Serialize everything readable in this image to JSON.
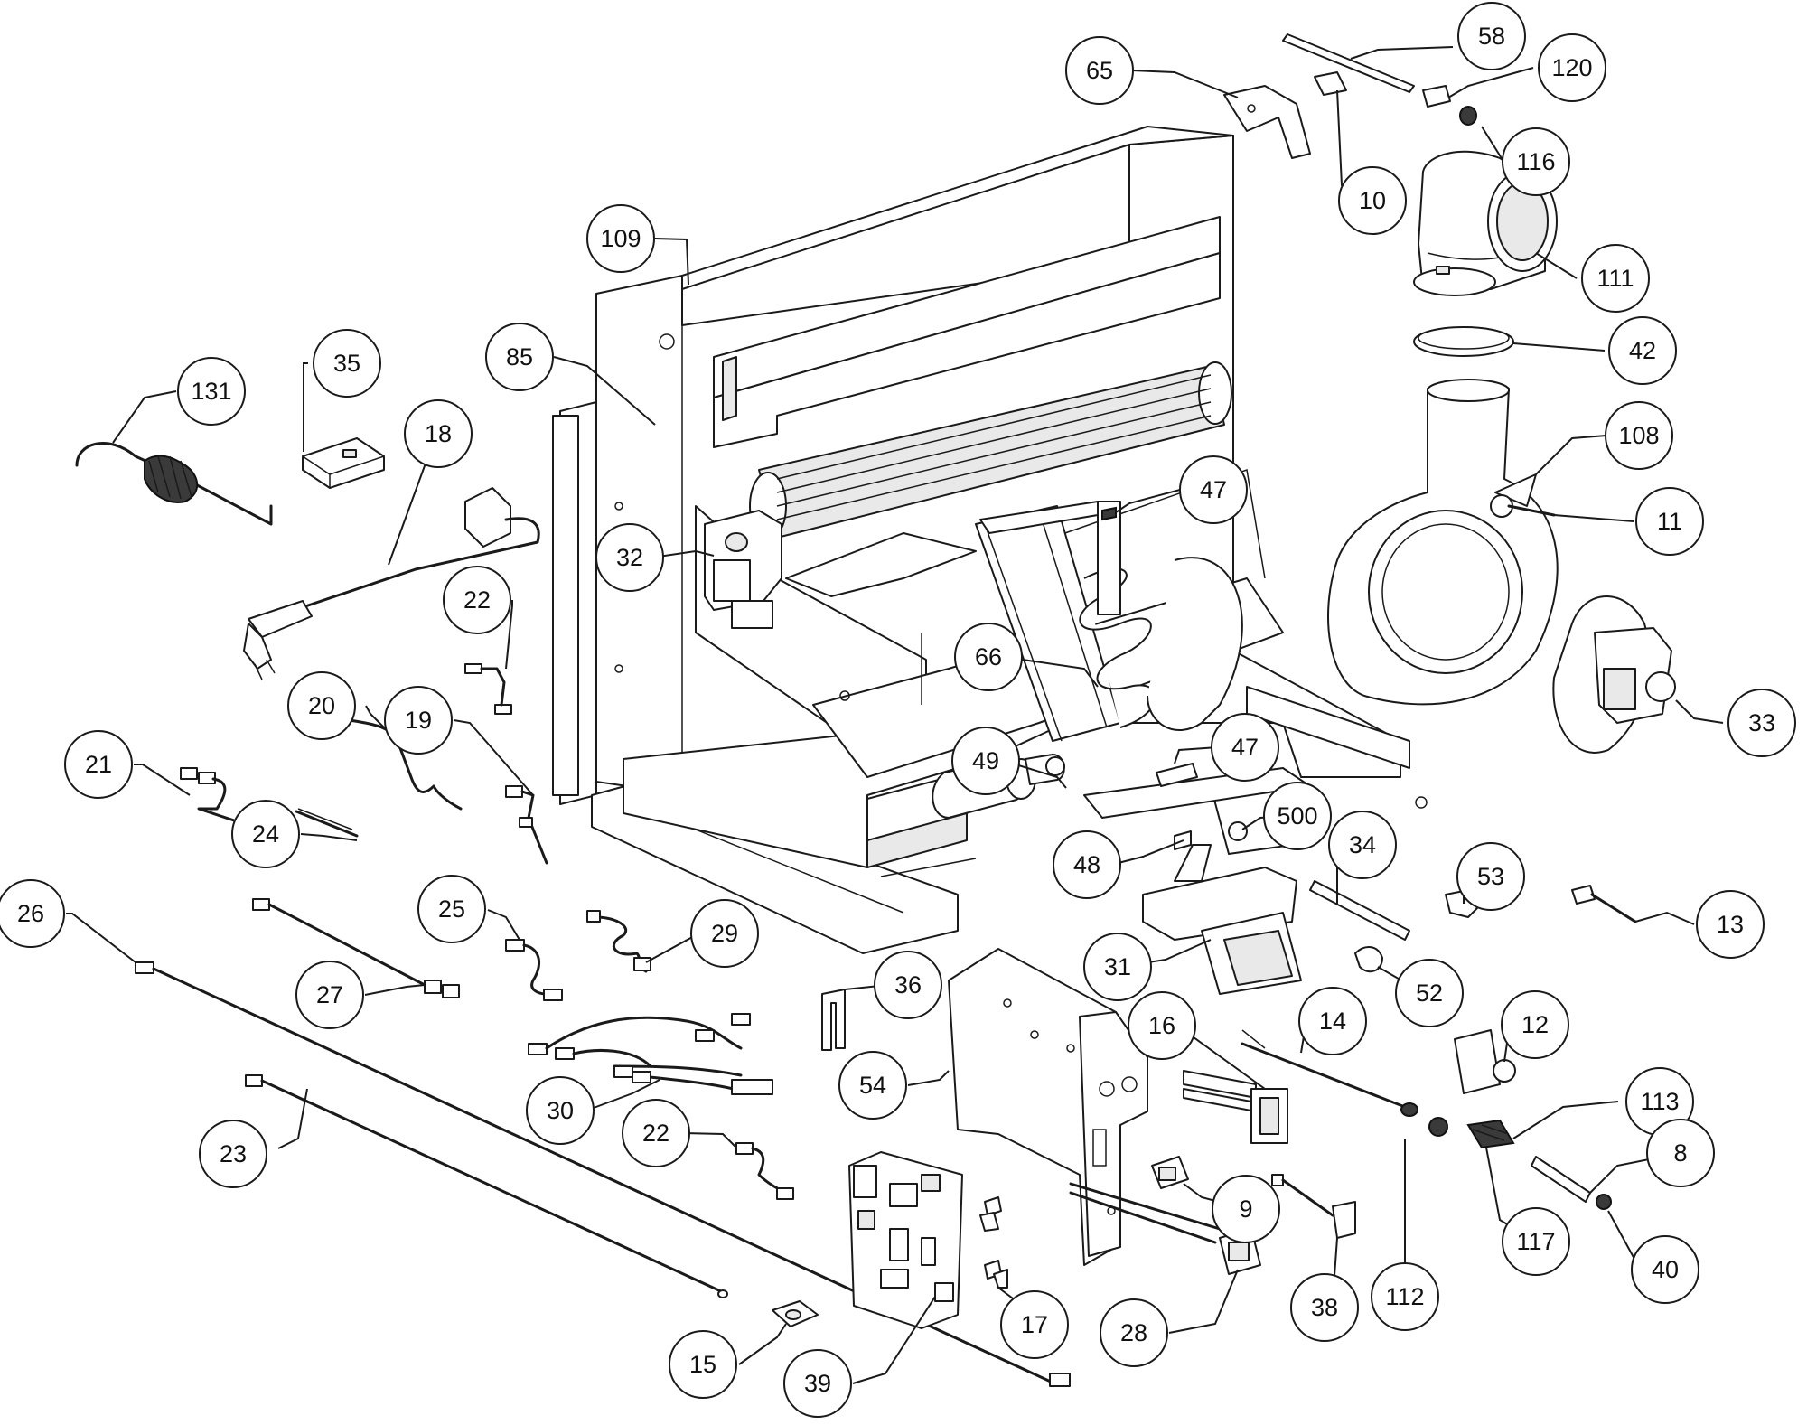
{
  "diagram": {
    "type": "exploded-parts-view",
    "callouts": [
      {
        "id": "c58",
        "label": "58"
      },
      {
        "id": "c120",
        "label": "120"
      },
      {
        "id": "c65",
        "label": "65"
      },
      {
        "id": "c116",
        "label": "116"
      },
      {
        "id": "c10",
        "label": "10"
      },
      {
        "id": "c109",
        "label": "109"
      },
      {
        "id": "c111",
        "label": "111"
      },
      {
        "id": "c42",
        "label": "42"
      },
      {
        "id": "c131",
        "label": "131"
      },
      {
        "id": "c35",
        "label": "35"
      },
      {
        "id": "c85",
        "label": "85"
      },
      {
        "id": "c18",
        "label": "18"
      },
      {
        "id": "c108",
        "label": "108"
      },
      {
        "id": "c47a",
        "label": "47"
      },
      {
        "id": "c11",
        "label": "11"
      },
      {
        "id": "c32",
        "label": "32"
      },
      {
        "id": "c22a",
        "label": "22"
      },
      {
        "id": "c66",
        "label": "66"
      },
      {
        "id": "c33",
        "label": "33"
      },
      {
        "id": "c20",
        "label": "20"
      },
      {
        "id": "c19",
        "label": "19"
      },
      {
        "id": "c21",
        "label": "21"
      },
      {
        "id": "c49",
        "label": "49"
      },
      {
        "id": "c47b",
        "label": "47"
      },
      {
        "id": "c24",
        "label": "24"
      },
      {
        "id": "c500",
        "label": "500"
      },
      {
        "id": "c48",
        "label": "48"
      },
      {
        "id": "c34",
        "label": "34"
      },
      {
        "id": "c53",
        "label": "53"
      },
      {
        "id": "c26",
        "label": "26"
      },
      {
        "id": "c25",
        "label": "25"
      },
      {
        "id": "c29",
        "label": "29"
      },
      {
        "id": "c13",
        "label": "13"
      },
      {
        "id": "c27",
        "label": "27"
      },
      {
        "id": "c31",
        "label": "31"
      },
      {
        "id": "c36",
        "label": "36"
      },
      {
        "id": "c52",
        "label": "52"
      },
      {
        "id": "c16",
        "label": "16"
      },
      {
        "id": "c14",
        "label": "14"
      },
      {
        "id": "c12",
        "label": "12"
      },
      {
        "id": "c54",
        "label": "54"
      },
      {
        "id": "c30",
        "label": "30"
      },
      {
        "id": "c113",
        "label": "113"
      },
      {
        "id": "c23",
        "label": "23"
      },
      {
        "id": "c22b",
        "label": "22"
      },
      {
        "id": "c8",
        "label": "8"
      },
      {
        "id": "c9",
        "label": "9"
      },
      {
        "id": "c117",
        "label": "117"
      },
      {
        "id": "c40",
        "label": "40"
      },
      {
        "id": "c17",
        "label": "17"
      },
      {
        "id": "c112",
        "label": "112"
      },
      {
        "id": "c28",
        "label": "28"
      },
      {
        "id": "c38",
        "label": "38"
      },
      {
        "id": "c15",
        "label": "15"
      },
      {
        "id": "c39",
        "label": "39"
      }
    ]
  }
}
